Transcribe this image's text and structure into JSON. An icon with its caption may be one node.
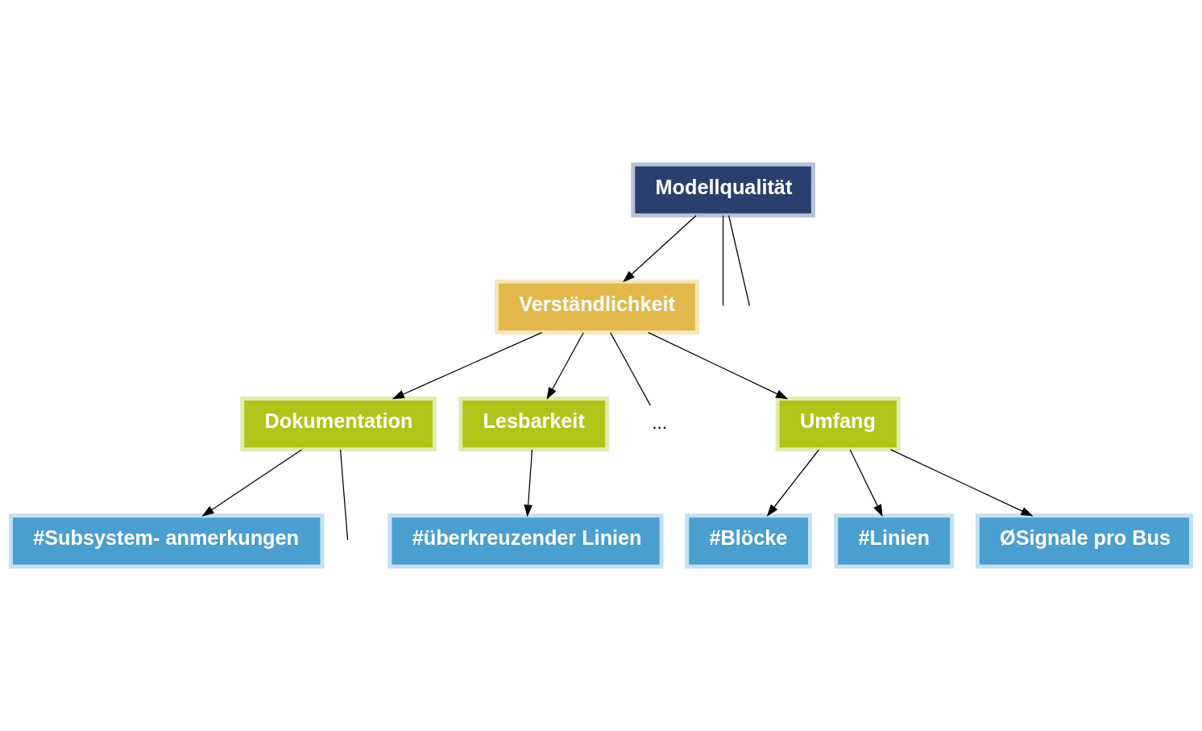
{
  "diagram": {
    "nodes": [
      {
        "text": [
          "Modellqualität"
        ]
      },
      {
        "text": [
          "Verständlichkeit"
        ]
      },
      {
        "text": [
          "Dokumentation"
        ]
      },
      {
        "text": [
          "Lesbarkeit"
        ]
      },
      {
        "text": [
          "..."
        ]
      },
      {
        "text": [
          "Umfang"
        ]
      },
      {
        "text": [
          "#Subsystem- anmerkungen"
        ]
      },
      {
        "text": [
          "#überkreuzender Linien"
        ]
      },
      {
        "text": [
          "#Blöcke"
        ]
      },
      {
        "text": [
          "#Linien"
        ]
      },
      {
        "text": [
          "ØSignale pro Bus"
        ]
      }
    ],
    "edges": [
      {
        "from": 0,
        "to": 1,
        "arrow": "to"
      },
      {
        "from": 0,
        "to": null,
        "arrow": "none"
      },
      {
        "from": 0,
        "to": null,
        "arrow": "none"
      },
      {
        "from": 1,
        "to": 2,
        "arrow": "to"
      },
      {
        "from": 1,
        "to": 3,
        "arrow": "to"
      },
      {
        "from": 1,
        "to": 4,
        "arrow": "none"
      },
      {
        "from": 1,
        "to": 5,
        "arrow": "to"
      },
      {
        "from": 2,
        "to": null,
        "arrow": "none"
      },
      {
        "from": 2,
        "to": 6,
        "arrow": "to"
      },
      {
        "from": 3,
        "to": 7,
        "arrow": "to"
      },
      {
        "from": 5,
        "to": 8,
        "arrow": "to"
      },
      {
        "from": 5,
        "to": 9,
        "arrow": "to"
      },
      {
        "from": 5,
        "to": 10,
        "arrow": "to"
      }
    ]
  }
}
